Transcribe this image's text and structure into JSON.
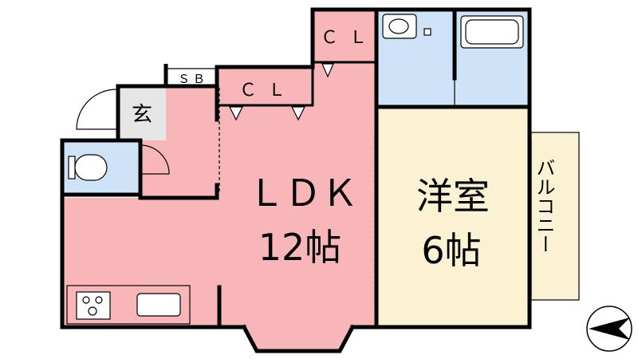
{
  "rooms": {
    "ldk": {
      "name": "ＬＤＫ",
      "size": "12帖"
    },
    "western": {
      "name": "洋室",
      "size": "6帖"
    },
    "closet_ldk": {
      "name": "ＣＬ"
    },
    "closet_top": {
      "name": "ＣＬ"
    },
    "shoe_box": {
      "name": "ＳＢ"
    },
    "entrance": {
      "name": "玄"
    },
    "balcony": {
      "name": "バルコニー"
    }
  },
  "colors": {
    "ldk": "#f9b6b8",
    "wet_area": "#cfe3f8",
    "western": "#faf2d2",
    "wall": "#000000"
  },
  "icons": [
    "compass-icon",
    "toilet-icon",
    "sink-icon",
    "bathtub-icon",
    "stove-icon",
    "kitchen-sink-icon"
  ]
}
